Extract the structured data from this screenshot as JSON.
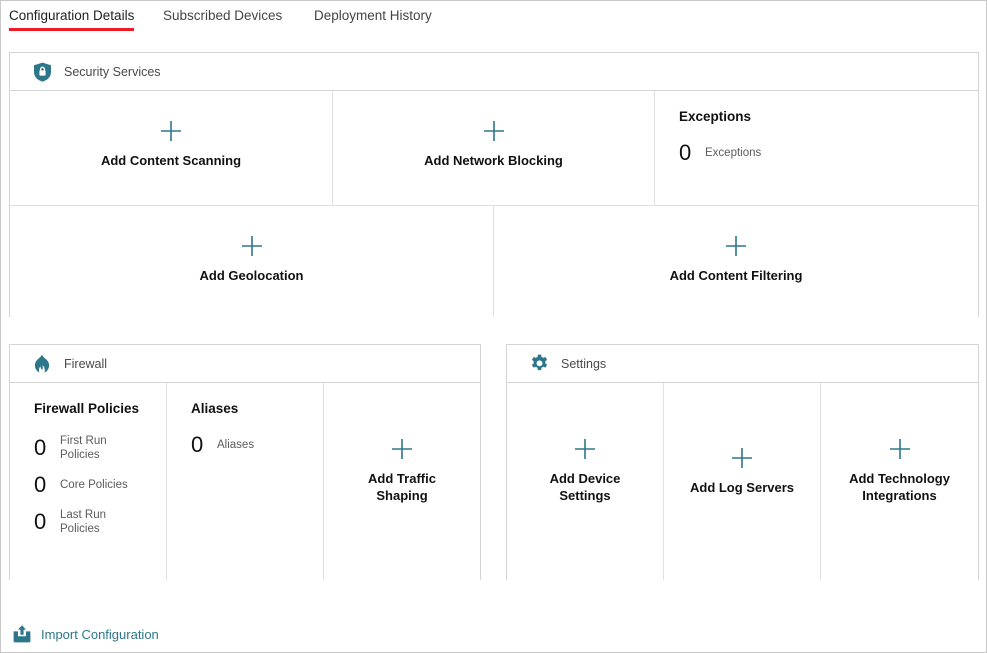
{
  "colors": {
    "accent_teal": "#2e768a",
    "tab_active_underline": "#ec1c24",
    "panel_border": "#d4d4d4",
    "tile_divider": "#e0e0e0",
    "text_dark": "#111111",
    "text_muted": "#5b5b5b"
  },
  "tabs": [
    {
      "label": "Configuration Details",
      "active": true
    },
    {
      "label": "Subscribed Devices",
      "active": false
    },
    {
      "label": "Deployment History",
      "active": false
    }
  ],
  "panels": {
    "security": {
      "title": "Security Services",
      "icon": "shield-lock-icon",
      "row1": [
        {
          "type": "add",
          "icon": "plus-icon",
          "label": "Add Content Scanning"
        },
        {
          "type": "add",
          "icon": "plus-icon",
          "label": "Add Network Blocking"
        },
        {
          "type": "stat",
          "title": "Exceptions",
          "rows": [
            {
              "value": "0",
              "name": "Exceptions"
            }
          ]
        }
      ],
      "row2": [
        {
          "type": "add",
          "icon": "plus-icon",
          "label": "Add Geolocation"
        },
        {
          "type": "add",
          "icon": "plus-icon",
          "label": "Add Content Filtering"
        }
      ]
    },
    "firewall": {
      "title": "Firewall",
      "icon": "flame-icon",
      "tiles": [
        {
          "type": "stat",
          "title": "Firewall Policies",
          "rows": [
            {
              "value": "0",
              "name": "First Run Policies"
            },
            {
              "value": "0",
              "name": "Core Policies"
            },
            {
              "value": "0",
              "name": "Last Run Policies"
            }
          ]
        },
        {
          "type": "stat",
          "title": "Aliases",
          "rows": [
            {
              "value": "0",
              "name": "Aliases"
            }
          ]
        },
        {
          "type": "add",
          "icon": "plus-icon",
          "label": "Add Traffic Shaping"
        }
      ]
    },
    "settings": {
      "title": "Settings",
      "icon": "gear-icon",
      "tiles": [
        {
          "type": "add",
          "icon": "plus-icon",
          "label": "Add Device Settings"
        },
        {
          "type": "add",
          "icon": "plus-icon",
          "label": "Add Log Servers"
        },
        {
          "type": "add",
          "icon": "plus-icon",
          "label": "Add Technology Integrations"
        }
      ]
    }
  },
  "footer": {
    "import_label": "Import Configuration",
    "import_icon": "upload-icon"
  }
}
